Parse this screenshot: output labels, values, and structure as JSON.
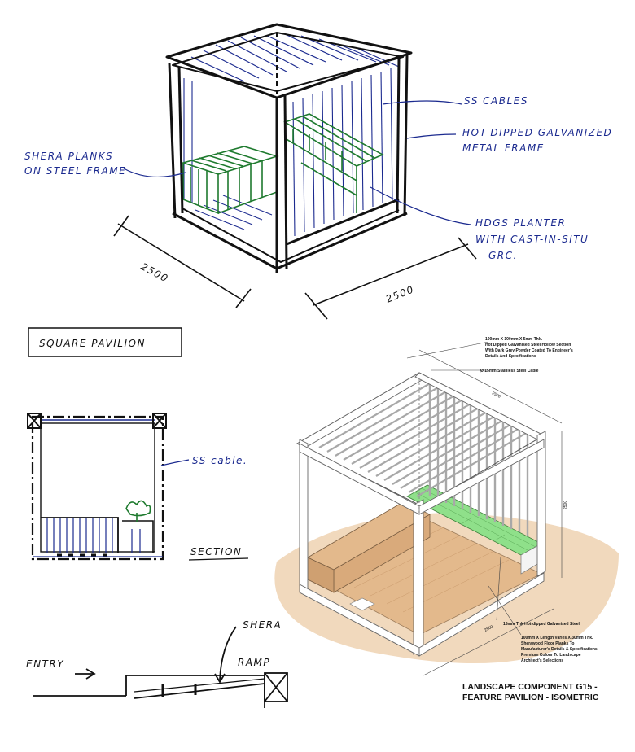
{
  "sketch": {
    "labels": {
      "ss_cables": "SS CABLES",
      "frame_line1": "HOT-DIPPED GALVANIZED",
      "frame_line2": "METAL FRAME",
      "shera_line1": "SHERA PLANKS",
      "shera_line2": "ON STEEL FRAME",
      "planter_line1": "HDGS PLANTER",
      "planter_line2": "WITH CAST-IN-SITU",
      "planter_line3": "GRC."
    },
    "dims": {
      "left": "2500",
      "right": "2500"
    },
    "caption": "SQUARE PAVILION"
  },
  "section": {
    "cable_label": "SS cable.",
    "title": "SECTION"
  },
  "ramp": {
    "shera": "SHERA",
    "entry": "ENTRY",
    "ramp": "RAMP"
  },
  "render": {
    "notes": {
      "hollow_section_1": "100mm X 100mm X 5mm Thk.",
      "hollow_section_2": "Hot Dipped Galvanised Steel Hollow Section",
      "hollow_section_3": "With Dark Grey Powder Coated To Engineer's",
      "hollow_section_4": "Details And Specifications",
      "cable": "Ø 15mm Stainless Steel Cable",
      "steel_plate": "15mm Thk Hot-dipped Galvanised Steel",
      "planks_1": "100mm X Length Varies X 30mm Thk.",
      "planks_2": "Sherawood Floor Planks To",
      "planks_3": "Manufacturer's Details & Specifications.",
      "planks_4": "Premium Colour To Landscape",
      "planks_5": "Architect's Selections"
    },
    "dims": {
      "top": "2500",
      "height": "2500",
      "bottom": "2500"
    },
    "title_line1": "LANDSCAPE COMPONENT G15 -",
    "title_line2": "FEATURE  PAVILION - ISOMETRIC"
  },
  "colors": {
    "ink_blue": "#1b2a8f",
    "ink_green": "#1e7a2e",
    "ink_black": "#111111",
    "wood": "#e3b98c",
    "shadow": "#f1d9bd",
    "planter_green": "#8fe08a"
  }
}
